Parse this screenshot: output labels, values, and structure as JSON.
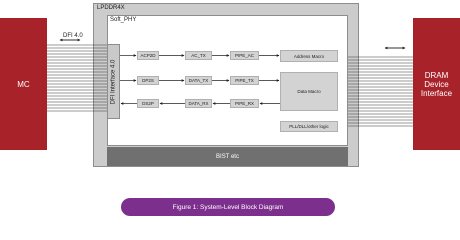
{
  "blocks": {
    "mc": "MC",
    "dram_line1": "DRAM",
    "dram_line2": "Device",
    "dram_line3": "Interface",
    "lpddr4x": "LPDDR4X",
    "soft_phy": "Soft_PHY",
    "dfi_interface": "DFI Interface 4.0",
    "acp2d": "ACP2D",
    "dp2s": "DP2S",
    "ds2p": "DS2P",
    "ac_tx": "AC_TX",
    "data_tx": "DATA_TX",
    "data_rx": "DATA_RX",
    "pipe_ac": "PIPE_AC",
    "pipe_tx": "PIPE_TX",
    "pipe_rx": "PIPE_RX",
    "address_macro": "Address Macro",
    "data_macro": "Data Macro",
    "pll_dll": "PLL/DLL/other logic",
    "bist": "BIST etc"
  },
  "labels": {
    "dfi_bus": "DFI 4.0"
  },
  "caption": "Figure 1: System-Level Block Diagram",
  "colors": {
    "red_block": "#a8222a",
    "outer_gray": "#cccccc",
    "box_gray": "#d3d3d3",
    "bist_gray": "#707070",
    "caption_purple": "#7c2f8c"
  }
}
